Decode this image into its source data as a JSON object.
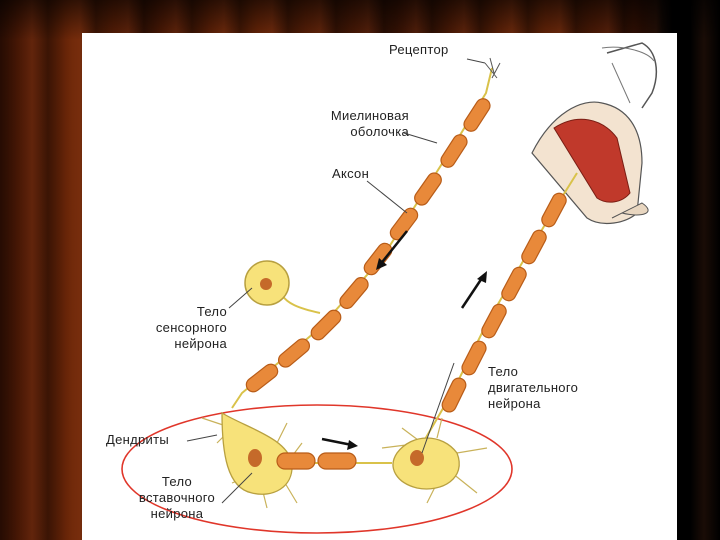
{
  "labels": {
    "receptor": "Рецептор",
    "myelin_1": "Миелиновая",
    "myelin_2": "оболочка",
    "axon": "Аксон",
    "sensory_1": "Тело",
    "sensory_2": "сенсорного",
    "sensory_3": "нейрона",
    "motor_1": "Тело",
    "motor_2": "двигательного",
    "motor_3": "нейрона",
    "dendrites": "Дендриты",
    "inter_1": "Тело",
    "inter_2": "вставочного",
    "inter_3": "нейрона"
  },
  "colors": {
    "myelin": "#e8893a",
    "myelin_edge": "#b85c18",
    "axon": "#d9c24a",
    "cell_body": "#f7e27a",
    "nucleus": "#c56a2a",
    "highlight_ellipse": "#e0362a",
    "muscle": "#c0392b",
    "arrow": "#111111"
  },
  "icons": [
    "arrow-down-left-icon",
    "arrow-up-right-icon",
    "arrow-right-icon"
  ]
}
